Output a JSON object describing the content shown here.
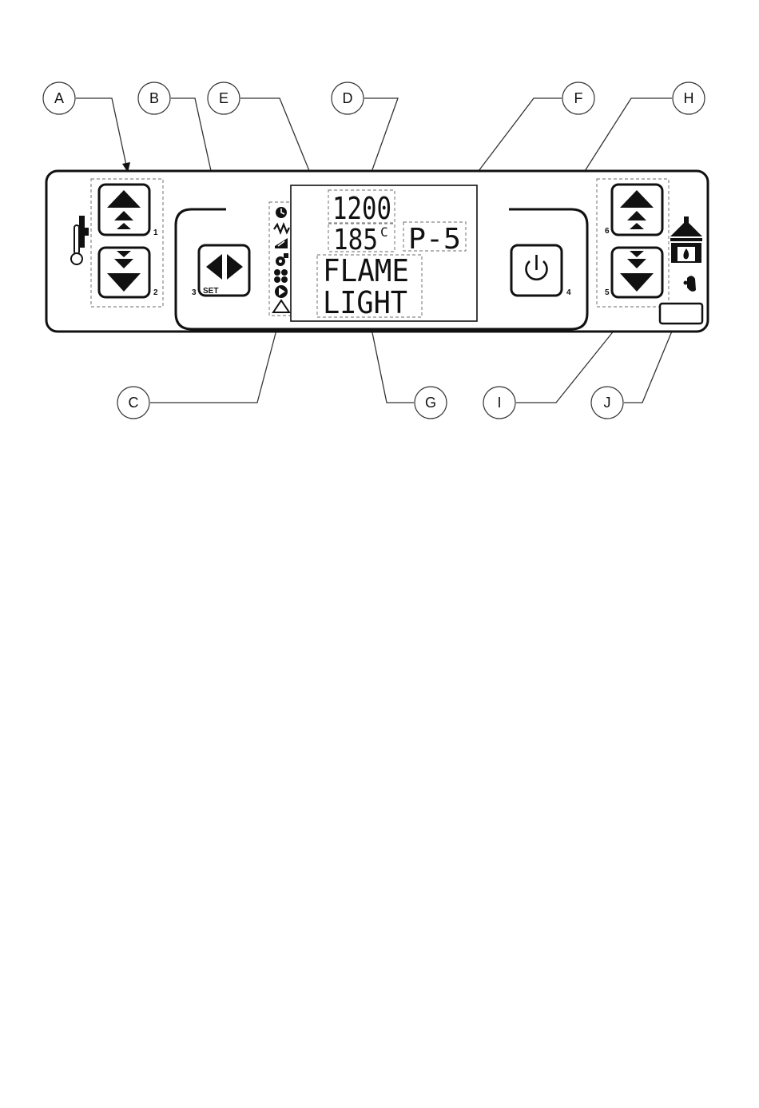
{
  "callouts": {
    "a": "A",
    "b": "B",
    "e": "E",
    "d": "D",
    "f": "F",
    "h": "H",
    "c": "C",
    "g": "G",
    "i": "I",
    "j": "J"
  },
  "display": {
    "line1": "1200",
    "temp": "185",
    "temp_unit": "C",
    "power": "P-5",
    "msg1": "FLAME",
    "msg2": "LIGHT"
  },
  "buttons": {
    "b1": "1",
    "b2": "2",
    "b3": "3",
    "b4": "4",
    "b5": "5",
    "b6": "6",
    "set_label": "SET"
  },
  "icons": {
    "left_side": "thermometer-icon",
    "right_side": "fireplace-icon",
    "status": [
      "clock-icon",
      "resistance-icon",
      "auger-icon",
      "smoke-fan-icon",
      "fan-icon",
      "pump-icon",
      "alarm-icon"
    ]
  }
}
